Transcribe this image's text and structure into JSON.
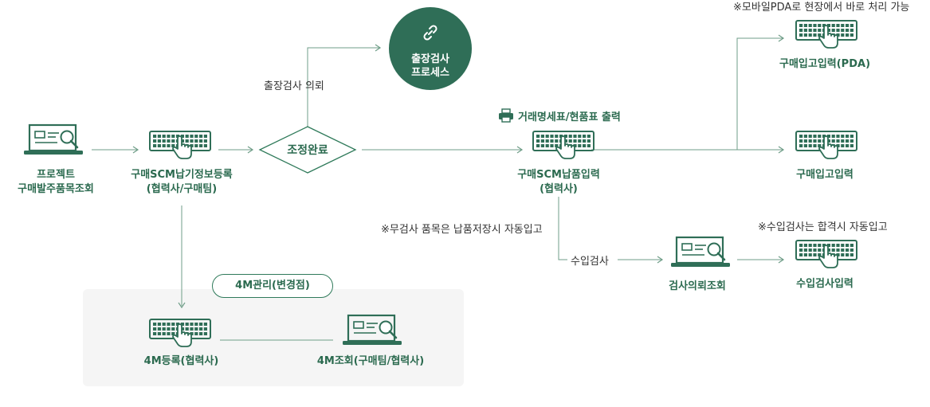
{
  "nodes": {
    "project_lookup": "프로젝트\n구매발주품목조회",
    "scm_delivery_register": "구매SCM납기정보등록\n(협력사/구매팀)",
    "adjust_complete": "조정완료",
    "onsite_inspection_process": "출장검사\n프로세스",
    "scm_delivery_input": "구매SCM납품입력\n(협력사)",
    "purchase_receipt_pda": "구매입고입력(PDA)",
    "purchase_receipt": "구매입고입력",
    "inspection_request_lookup": "검사의뢰조회",
    "import_inspection_input": "수입검사입력",
    "fourm_register": "4M등록(협력사)",
    "fourm_lookup": "4M조회(구매팀/협력사)"
  },
  "group_title": "4M관리(변경점)",
  "edge_labels": {
    "onsite_request": "출장검사 의뢰",
    "import_inspection": "수입검사"
  },
  "print_label": "거래명세표/현품표 출력",
  "notes": {
    "pda_note": "※모바일PDA로 현장에서 바로 처리 가능",
    "no_inspection_note": "※무검사 품목은 납품저장시 자동입고",
    "auto_receipt_note": "※수입검사는 합격시 자동입고"
  },
  "colors": {
    "primary": "#2f6e57",
    "label": "#2b6a4f",
    "line": "#6f9e88",
    "panel": "#f5f5f5"
  },
  "icons": {
    "laptop": "laptop-search-icon",
    "keyboard": "keyboard-hand-icon",
    "link": "link-icon",
    "printer": "printer-icon"
  }
}
